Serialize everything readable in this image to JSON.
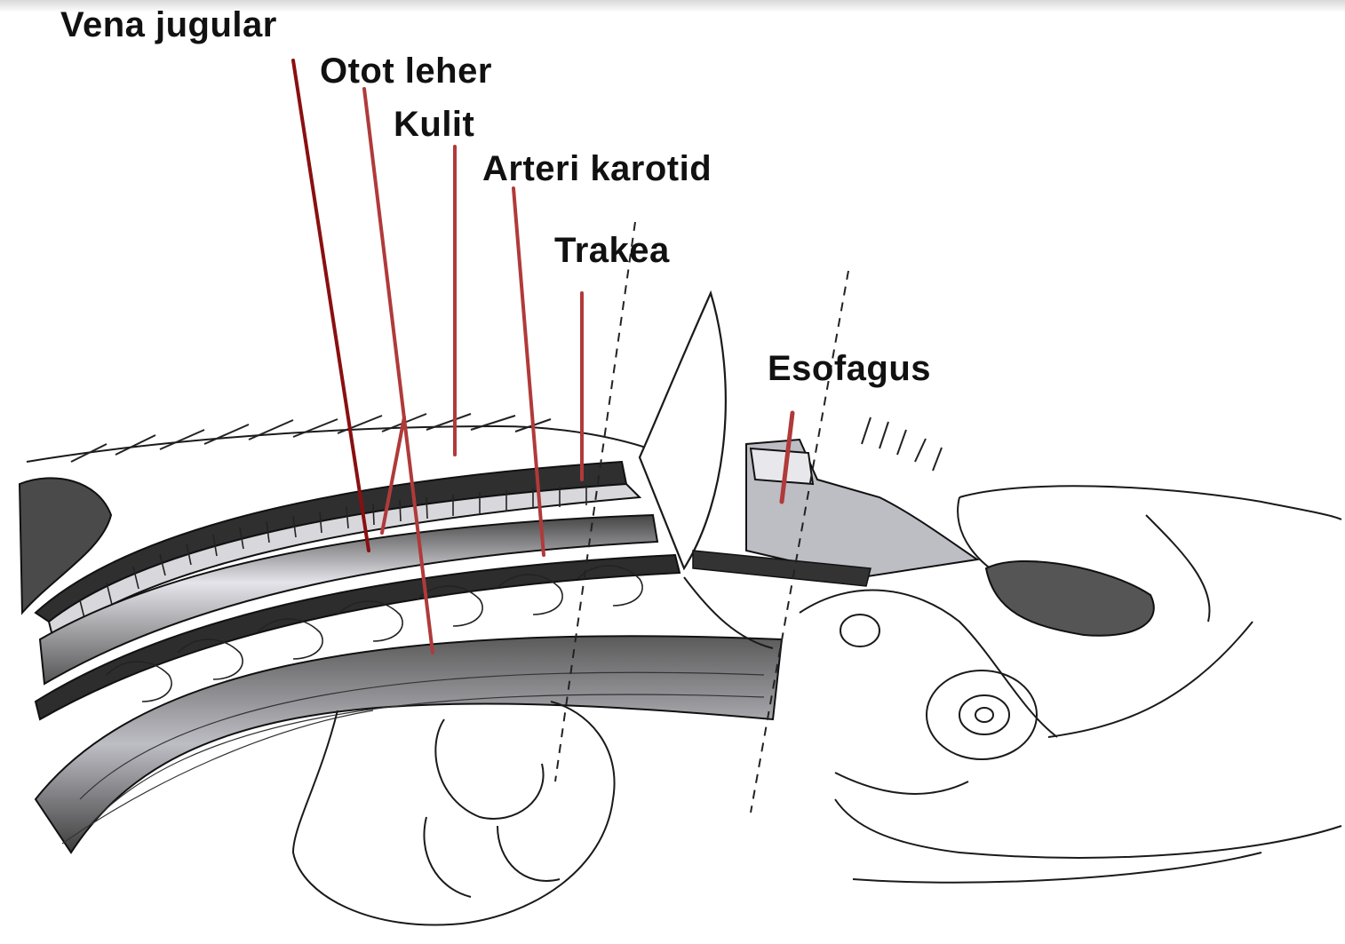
{
  "diagram": {
    "labels": {
      "vena_jugular": "Vena jugular",
      "otot_leher": "Otot leher",
      "kulit": "Kulit",
      "arteri_karotid": "Arteri karotid",
      "trakea": "Trakea",
      "esofagus": "Esofagus"
    },
    "colors": {
      "leader_line": "#b03a3a",
      "leader_dark": "#8a0f10",
      "ink": "#1a1a1a",
      "tissue_dark": "#3a3a3a",
      "tissue_mid": "#8a8a8a",
      "tissue_light": "#d9d9de"
    }
  }
}
